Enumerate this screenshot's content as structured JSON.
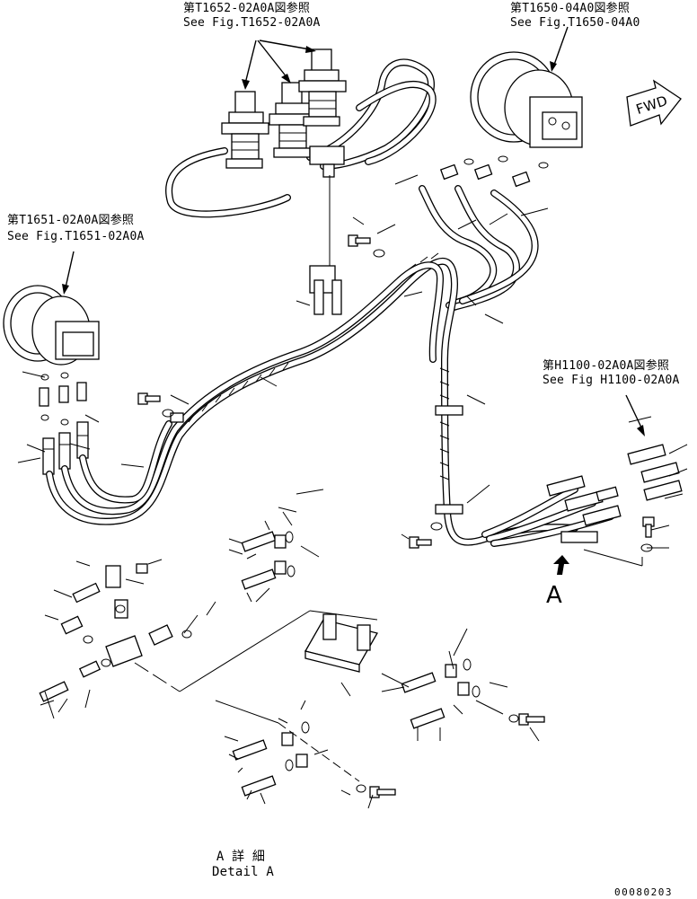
{
  "references": {
    "top_center": {
      "ja": "第T1652-02A0A図参照",
      "en": "See Fig.T1652-02A0A"
    },
    "top_right": {
      "ja": "第T1650-04A0図参照",
      "en": "See Fig.T1650-04A0"
    },
    "left": {
      "ja": "第T1651-02A0A図参照",
      "en": "See Fig.T1651-02A0A"
    },
    "right": {
      "ja": "第H1100-02A0A図参照",
      "en": "See Fig H1100-02A0A"
    }
  },
  "direction_badge": "FWD",
  "view_marker": "A",
  "detail": {
    "ja": "A 詳 細",
    "en": "Detail A"
  },
  "part_number": "00080203",
  "icons": [
    "fwd-arrow-icon",
    "view-arrow-icon"
  ]
}
